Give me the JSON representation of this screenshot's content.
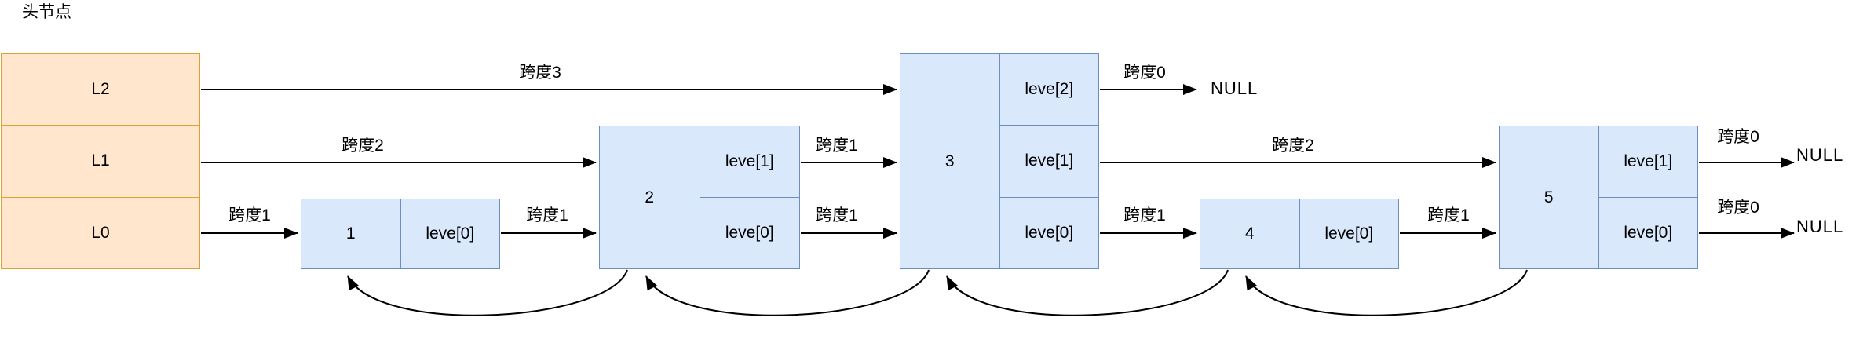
{
  "title": "头节点",
  "colors": {
    "header_fill": "#ffe6cc",
    "header_stroke": "#dfa033",
    "node_fill": "#dae8fc",
    "node_stroke": "#6c8ebf",
    "line": "#000000"
  },
  "header": {
    "levels": [
      "L2",
      "L1",
      "L0"
    ]
  },
  "nodes": [
    {
      "value": "1",
      "levels": [
        "leve[0]"
      ]
    },
    {
      "value": "2",
      "levels": [
        "leve[1]",
        "leve[0]"
      ]
    },
    {
      "value": "3",
      "levels": [
        "leve[2]",
        "leve[1]",
        "leve[0]"
      ]
    },
    {
      "value": "4",
      "levels": [
        "leve[0]"
      ]
    },
    {
      "value": "5",
      "levels": [
        "leve[1]",
        "leve[0]"
      ]
    }
  ],
  "spans": {
    "l2": "跨度3",
    "l1": "跨度2",
    "l0": "跨度1",
    "n1_0": "跨度1",
    "n2_1": "跨度1",
    "n2_0": "跨度1",
    "n3_2": "跨度0",
    "n3_1": "跨度2",
    "n3_0": "跨度1",
    "n4_0": "跨度1",
    "n5_1": "跨度0",
    "n5_0": "跨度0"
  },
  "nulls": {
    "top": "NULL",
    "mid": "NULL",
    "bottom": "NULL"
  }
}
